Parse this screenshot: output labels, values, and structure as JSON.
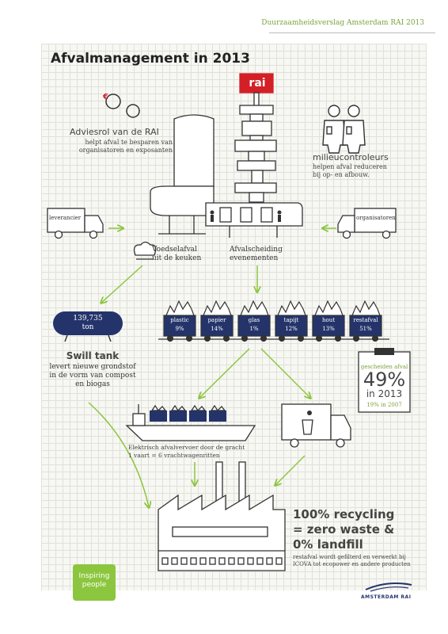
{
  "header": {
    "title": "Duurzaamheidsverslag Amsterdam RAI 2013"
  },
  "page_title": "Afvalmanagement in 2013",
  "advies": {
    "heading": "Adviesrol van de RAI",
    "line1": "helpt afval te besparen van",
    "line2": "organisatoren en exposanten"
  },
  "milieu": {
    "heading": "milieucontroleurs",
    "line1": "helpen afval reduceren",
    "line2": "bij op- en afbouw."
  },
  "rai_sign": "rai",
  "euro_symbol": "€",
  "leverancier": "leverancier",
  "organisatoren": "organisatoren",
  "voedsel": {
    "line1": "Voedselafval",
    "line2": "uit de keuken"
  },
  "afvalscheiding": {
    "line1": "Afvalscheiding",
    "line2": "evenementen"
  },
  "tank": {
    "value": "139,735",
    "unit": "ton"
  },
  "swill": {
    "heading": "Swill tank",
    "line1": "levert nieuwe grondstof",
    "line2": "in de vorm van compost",
    "line3": "en biogas"
  },
  "wagons": [
    {
      "label": "plastic",
      "pct": "9%"
    },
    {
      "label": "papier",
      "pct": "14%"
    },
    {
      "label": "glas",
      "pct": "1%"
    },
    {
      "label": "tapijt",
      "pct": "12%"
    },
    {
      "label": "hout",
      "pct": "13%"
    },
    {
      "label": "restafval",
      "pct": "51%"
    }
  ],
  "gescheiden": {
    "label": "gescheiden afval",
    "value": "49%",
    "year": "in 2013",
    "compare": "19% in 2007"
  },
  "boat": {
    "line1": "Elektrisch afvalvervoer door de gracht",
    "line2": "1 vaart = 6 vrachtwagenritten"
  },
  "recycling": {
    "line1": "100% recycling",
    "line2": "= zero waste &",
    "line3": "0% landfill",
    "desc1": "restafval wordt gefilterd en verwerkt bij",
    "desc2": "ICOVA tot ecopower en andere producten"
  },
  "badge": {
    "line1": "Inspiring",
    "line2": "people"
  },
  "logo": "AMSTERDAM RAI",
  "colors": {
    "accent": "#7aa33a",
    "navy": "#24346b",
    "outline": "#333333",
    "red": "#d31f26"
  }
}
